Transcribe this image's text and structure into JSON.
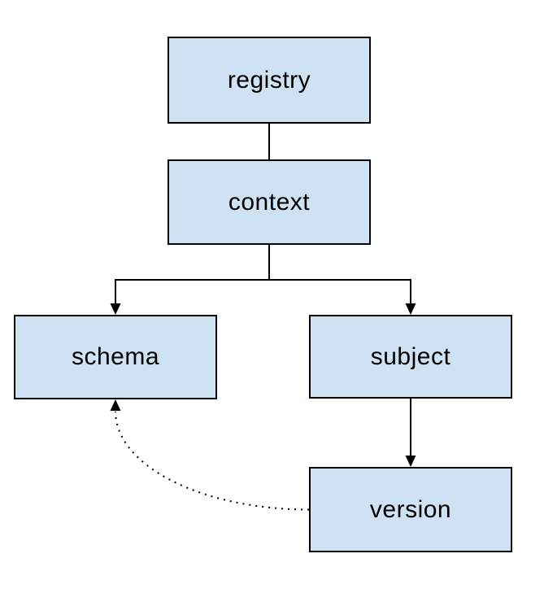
{
  "diagram": {
    "type": "hierarchy-flowchart",
    "nodes": {
      "registry": {
        "label": "registry"
      },
      "context": {
        "label": "context"
      },
      "schema": {
        "label": "schema"
      },
      "subject": {
        "label": "subject"
      },
      "version": {
        "label": "version"
      }
    },
    "edges": [
      {
        "from": "registry",
        "to": "context",
        "style": "solid",
        "arrow": false
      },
      {
        "from": "context",
        "to": "schema",
        "style": "solid",
        "arrow": true
      },
      {
        "from": "context",
        "to": "subject",
        "style": "solid",
        "arrow": true
      },
      {
        "from": "subject",
        "to": "version",
        "style": "solid",
        "arrow": true
      },
      {
        "from": "version",
        "to": "schema",
        "style": "dotted",
        "arrow": true
      }
    ]
  },
  "colors": {
    "canvas_bg": "#ffffff",
    "node_fill": "#cfe2f3",
    "node_border": "#000000",
    "line": "#000000",
    "text": "#000000"
  }
}
